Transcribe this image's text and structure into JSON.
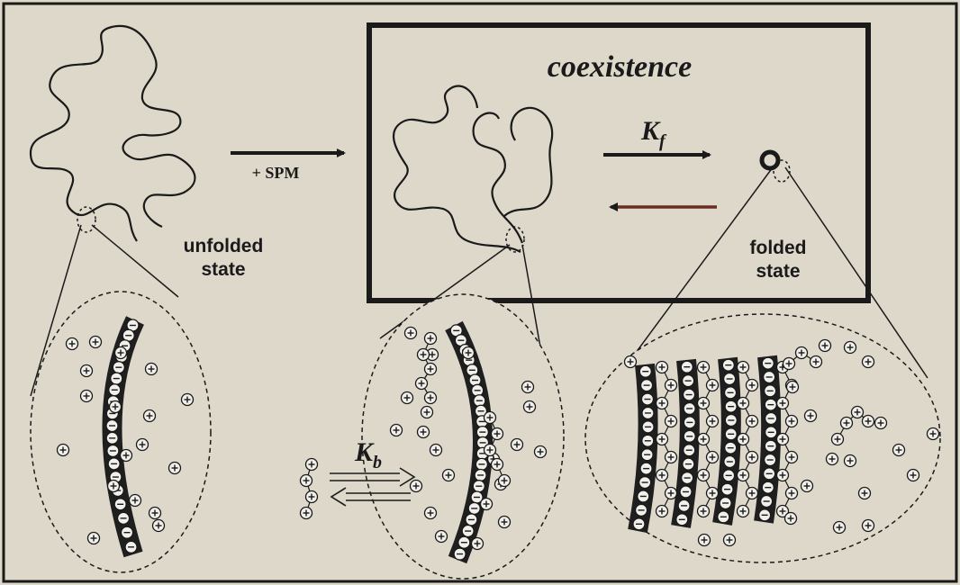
{
  "labels": {
    "coexistence": "coexistence",
    "spm": "+ SPM",
    "unfolded_line1": "unfolded",
    "unfolded_line2": "state",
    "folded_line1": "folded",
    "folded_line2": "state",
    "kf_main": "K",
    "kf_sub": "f",
    "kb_main": "K",
    "kb_sub": "b"
  },
  "symbols": {
    "positive": "+",
    "negative": "−"
  },
  "colors": {
    "background": "#ddd8ca",
    "ink": "#1a1a1a",
    "chain_fill": "#1f1f1f",
    "charge_fill": "#f2f0ea",
    "reverse_arrow": "#6b2a22"
  },
  "icons": {
    "positive_charge": "circled-plus-icon",
    "negative_charge": "circled-minus-icon"
  }
}
